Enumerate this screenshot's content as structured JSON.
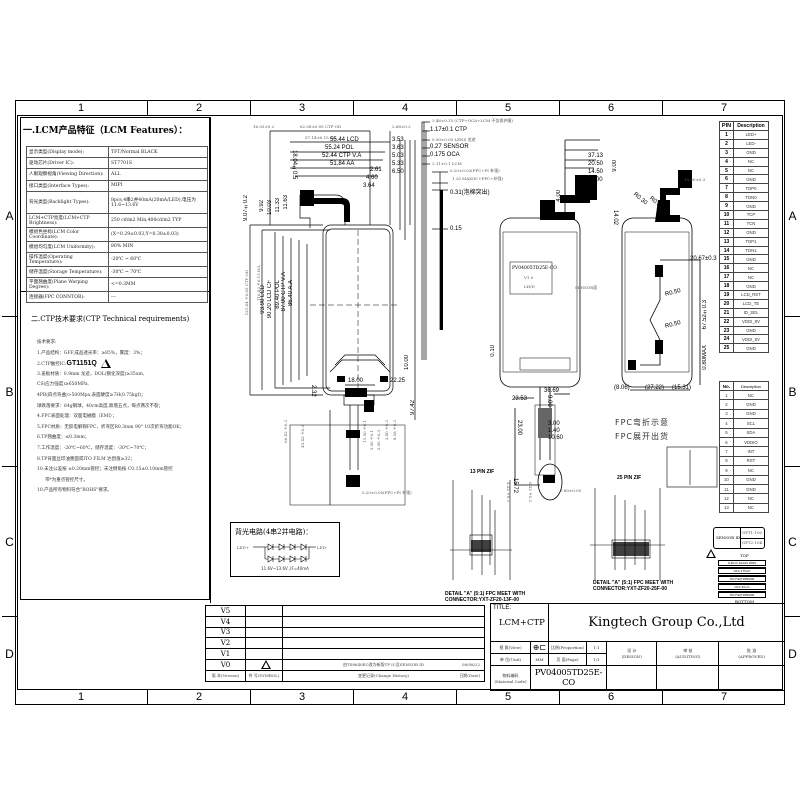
{
  "drawing": {
    "zones_columns": [
      "1",
      "2",
      "3",
      "4",
      "5",
      "6",
      "7"
    ],
    "zones_rows": [
      "A",
      "B",
      "C",
      "D"
    ]
  },
  "lcm_features": {
    "title": "一.LCM产品特征（LCM Features）：",
    "rows": [
      {
        "key": "显示类型(Display mode):",
        "value": "TFT/Normal BLACK"
      },
      {
        "key": "驱动芯片(Driver IC):",
        "value": "ST7701S"
      },
      {
        "key": "人眼观察视角(Viewing Direction):",
        "value": "ALL"
      },
      {
        "key": "接口类型(Interface Types):",
        "value": "MIPI"
      },
      {
        "key": "背光类型(Backlight Types):",
        "value": "8pcs,4串2并40mA(20mA/LED),电压为11.6~13.6V"
      },
      {
        "key": "LCM+CTP亮度(LCM+CTP Brightness):",
        "value": "250 cd/m2 Min,400cd/m2 TYP"
      },
      {
        "key": "模组色坐标(LCM Color Coordinate):",
        "value": "(X=0.29±0.03,Y=0.30±0.03)"
      },
      {
        "key": "模组均匀度(LCM Uniformity):",
        "value": "80% MIN"
      },
      {
        "key": "操作温度(Operating Temperature):",
        "value": "-20℃ ~ 60℃"
      },
      {
        "key": "储存温度(Storage Temperature):",
        "value": "-30℃ ~ 70℃"
      },
      {
        "key": "平面翘曲度(Plane Warping Degree):",
        "value": "<=0.3MM"
      },
      {
        "key": "连接器(FPC CONNTOR):",
        "value": "---"
      }
    ]
  },
  "ctp_requirements": {
    "title": "二.CTP技术要求(CTP Technical requirements)",
    "heading": "技术要求:",
    "lines": [
      {
        "text": "1.产品结构：GFF,成品透光率：≥85%，雾度：3%；"
      },
      {
        "text": "2.CTP触控IC:",
        "ic": "GT1151Q",
        "warning": true
      },
      {
        "text": "3.盖板材质：0.9mm 龙迹，DOL(钢化深度)≥35um,"
      },
      {
        "text": "CS(应力强度)≥650MPa,"
      },
      {
        "text": "4PB(四点弯曲)>500Mpa,表面硬度≥7H(0.75kgf)；"
      },
      {
        "text": "球跌落要求：64g钢球，40cm高度,跌落五点，每点两次不裂；"
      },
      {
        "text": "4.FPC表面处理：双面电磁膜（EMI）；"
      },
      {
        "text": "5.FPC材质：无胶电解铜FPC，折弯区R0.3mm 90° 10次折弯功能OK；"
      },
      {
        "text": "6.TP翘曲度：≤0.3mm；"
      },
      {
        "text": "7.工作温度：-20℃~60℃，储存温度：-30℃~70℃；"
      },
      {
        "text": "8.TP背面丝印油墨面或ITO FILM 达因值≥32；"
      },
      {
        "text": "10.未注公差按 ±0.20mm管控；未注倒角按 C0.15±0.10mm管控"
      },
      {
        "text": "带*为重点管控尺寸。"
      },
      {
        "text": "10.产品所有物料符合\"ROHS\"要求。"
      }
    ]
  },
  "backlight_circuit": {
    "title": "背光电路(4串2并电路)：",
    "left_label": "LED+",
    "right_label": "LED-",
    "spec": "11.6V~13.6V ,IF=40mA"
  },
  "front_view_dims": {
    "top": [
      "16.03±0.2",
      "62.58±0.05 CTP OD",
      "57.14±0.15 B/L",
      "55.44 LCD",
      "55.24 POL",
      "52.44 CTP V.A",
      "51.84 AA"
    ],
    "right_small": [
      "3.53",
      "3.63",
      "5.03",
      "5.33",
      "6.50",
      "2.61",
      "4.60",
      "3.64",
      "2.68±0.2"
    ],
    "left_vertical": [
      "18.04±0.5",
      "9.07±0.2",
      "11.63",
      "11.33",
      "10.03",
      "9.92",
      "121.84±0.05 CTP OD",
      "116.83±0.15 B/L",
      "93.90 LCD",
      "90.20 LCD CF",
      "89.40 POL",
      "87.00 CTP V.A",
      "86.40 A.A"
    ],
    "bottom": [
      "18.00",
      "22.25",
      "10.00",
      "2.32",
      "97.42"
    ],
    "fpc": [
      "60.42±0.3",
      "45.42±0.3",
      "9.58±0.3",
      "3.40±0.3",
      "2.50±0.3",
      "3.50±0.1",
      "11.50±0.1",
      "0.20±0.05(FPC+PI 补强)"
    ]
  },
  "side_view_dims": {
    "labels": [
      "3.46±0.15 (CTP+OCA+LCM 不含保护膜)",
      "1.17±0.1 CTP",
      "0.90±0.05 LENS 龙迹",
      "0.27 SENSOR",
      "0.175 OCA",
      "2.11±0.1 LCM",
      "0.20±0.03(FPC+PI 补强)",
      "1.20 MAX(IC+FPC+补强)",
      "0.31(泡棉突出)",
      "0.15"
    ]
  },
  "back_view_dims": {
    "left": [
      "37.13",
      "20.50",
      "14.50",
      "11.00",
      "4.00",
      "9.00",
      "14.02",
      "36.69",
      "23.53",
      "9.00",
      "3.00",
      "1.40",
      "10.60",
      "23.00",
      "15.72",
      "0.22±0.1",
      "4.22±0.1",
      "7.80±0.05",
      "0.10"
    ],
    "right": [
      "R0.30",
      "R0.30",
      "13.00±0.3",
      "20.67±0.3",
      "67.52±0.3",
      "0.80MAX",
      "(8.06)",
      "(27.22)",
      "(15.31)",
      "R0.50",
      "R0.50"
    ],
    "label_card": [
      "PV04005TD25E-CO",
      "V1.0",
      "LH/D"
    ],
    "sensor_label": "SENSOR面"
  },
  "fpc_notes": {
    "bend": "FPC弯折示意",
    "ship": "FPC展开出货"
  },
  "details": {
    "left_title": "13 PIN ZIF",
    "left_caption": [
      "DETAIL \"A\" (5:1) FPC MEET WITH",
      "CONNECTOR:YXT-ZF20-13F-00"
    ],
    "right_title": "25 PIN ZIF",
    "right_caption": [
      "DETAIL \"A\" (5:1) FPC MEET WITH",
      "CONNECTOR:YXT-ZF20-25F-00"
    ]
  },
  "pin_table_lcm": {
    "headers": [
      "PIN",
      "Description"
    ],
    "rows": [
      [
        "1",
        "LED+"
      ],
      [
        "2",
        "LED-"
      ],
      [
        "3",
        "GND"
      ],
      [
        "4",
        "NC"
      ],
      [
        "5",
        "NC"
      ],
      [
        "6",
        "GND"
      ],
      [
        "7",
        "TDP0"
      ],
      [
        "8",
        "TDN0"
      ],
      [
        "9",
        "GND"
      ],
      [
        "10",
        "TCP"
      ],
      [
        "11",
        "TCN"
      ],
      [
        "12",
        "GND"
      ],
      [
        "13",
        "TDP1"
      ],
      [
        "14",
        "TDN1"
      ],
      [
        "15",
        "GND"
      ],
      [
        "16",
        "NC"
      ],
      [
        "17",
        "NC"
      ],
      [
        "18",
        "GND"
      ],
      [
        "19",
        "LCD_RST"
      ],
      [
        "20",
        "LCD_TE"
      ],
      [
        "21",
        "ID_SEL"
      ],
      [
        "22",
        "VDDI_8V"
      ],
      [
        "23",
        "GND"
      ],
      [
        "24",
        "VDDI_8V"
      ],
      [
        "25",
        "GND"
      ]
    ]
  },
  "pin_table_ctp": {
    "headers": [
      "No.",
      "Description"
    ],
    "rows": [
      [
        "1",
        "NC"
      ],
      [
        "2",
        "GND"
      ],
      [
        "3",
        "GND"
      ],
      [
        "4",
        "SCL"
      ],
      [
        "5",
        "SDA"
      ],
      [
        "6",
        "VDDIO"
      ],
      [
        "7",
        "INT"
      ],
      [
        "8",
        "RST"
      ],
      [
        "9",
        "NC"
      ],
      [
        "10",
        "GND"
      ],
      [
        "11",
        "GND"
      ],
      [
        "12",
        "NC"
      ],
      [
        "13",
        "NC"
      ]
    ]
  },
  "sensor_id": {
    "label": "SENSOR ID",
    "values": [
      "GPT1:100",
      "GPT2:10K"
    ]
  },
  "stack": {
    "top": "TOP",
    "layers": [
      "0.9mm GLASS LENS",
      "OCA 175um",
      "ITO FILM SENSOR",
      "OCA 50um",
      "ITO FILM SENSOR"
    ],
    "bottom": "BOTTOM"
  },
  "revision_table": {
    "rows": [
      {
        "ver": "V5",
        "sym": "",
        "change": "",
        "date": ""
      },
      {
        "ver": "V4",
        "sym": "",
        "change": "",
        "date": ""
      },
      {
        "ver": "V3",
        "sym": "",
        "change": "",
        "date": ""
      },
      {
        "ver": "V2",
        "sym": "",
        "change": "",
        "date": ""
      },
      {
        "ver": "V1",
        "sym": "",
        "change": "",
        "date": ""
      },
      {
        "ver": "V0",
        "sym": "warning",
        "change": "由TS8640EC改为新版TP IC及SENSOR ID",
        "date": "08/08/22"
      }
    ],
    "footer": {
      "ver": "版 本(Version)",
      "sym": "符 号(SYMBOL)",
      "change": "变更记录(Change History)",
      "date": "日期(Date)"
    }
  },
  "title_block": {
    "title_label": "TITLE:",
    "title": "LCM+CTP",
    "company": "Kingtech Group Co.,Ltd",
    "view_label": "视 角(View)",
    "unit_label": "单 位(Unit)",
    "unit_value": "MM",
    "proportion_label": "比例(Proportion)",
    "proportion_value": "1:1",
    "page_label": "页 面(Page)",
    "page_value": "1/1",
    "design_label": "设 计",
    "design_sub": "(DESIGN)",
    "audit_label": "审 核",
    "audit_sub": "(AUDITING)",
    "approve_label": "批 准",
    "approve_sub": "(APPROVED)",
    "material_label": "物料编码",
    "material_sub": "(Material Code)",
    "material_code": "PV04005TD25E-CO"
  }
}
